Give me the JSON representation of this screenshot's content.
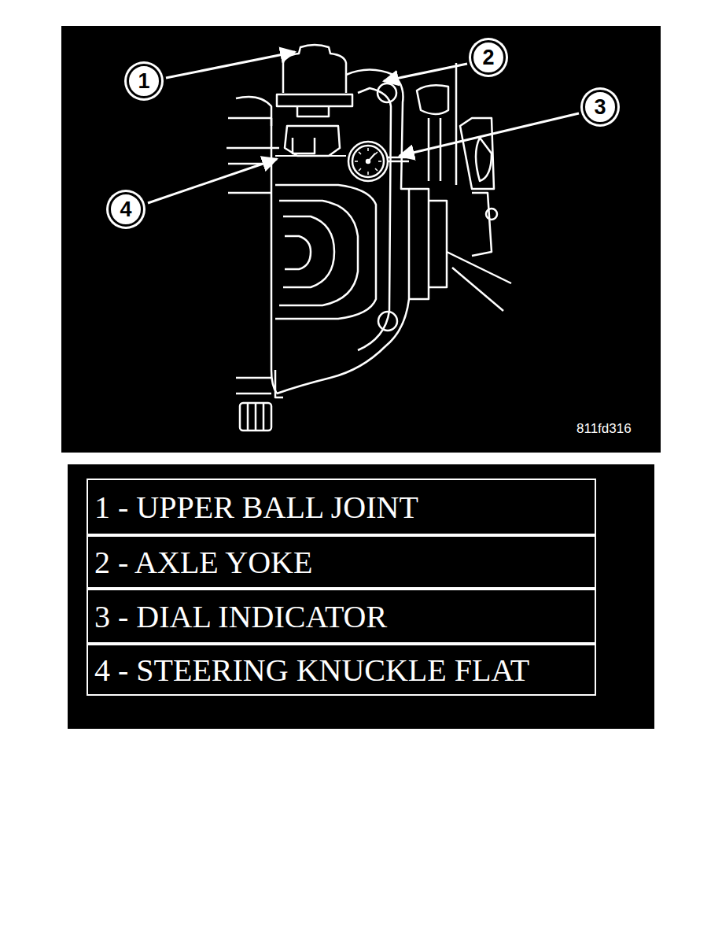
{
  "diagram": {
    "nodes": [
      {
        "text": [
          "1"
        ]
      },
      {
        "text": [
          "2"
        ]
      },
      {
        "text": [
          "3"
        ]
      },
      {
        "text": [
          "4"
        ]
      },
      {
        "text": [
          "1 - UPPER BALL JOINT"
        ]
      },
      {
        "text": [
          "2 - AXLE YOKE"
        ]
      },
      {
        "text": [
          "3 - DIAL INDICATOR"
        ]
      },
      {
        "text": [
          "4 - STEERING KNUCKLE FLAT"
        ]
      }
    ],
    "labels": [
      "811fd316"
    ]
  }
}
